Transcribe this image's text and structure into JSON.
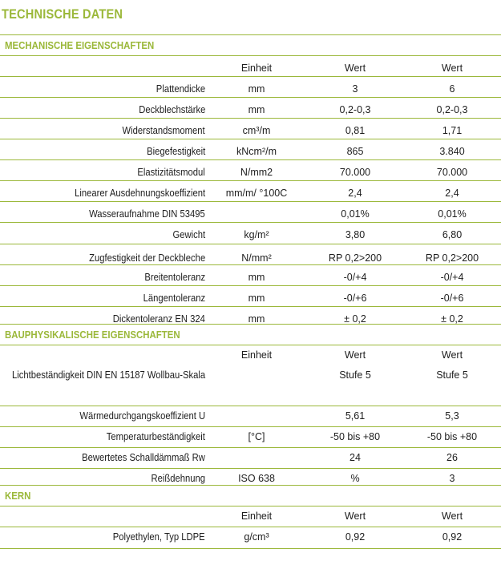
{
  "title": "TECHNISCHE DATEN",
  "sections": [
    {
      "heading": "MECHANISCHE EIGENSCHAFTEN",
      "columns": {
        "unit": "Einheit",
        "v1": "Wert",
        "v2": "Wert"
      },
      "rows": [
        {
          "label": "Plattendicke",
          "unit": "mm",
          "v1": "3",
          "v2": "6"
        },
        {
          "label": "Deckblechstärke",
          "unit": "mm",
          "v1": "0,2-0,3",
          "v2": "0,2-0,3"
        },
        {
          "label": "Widerstandsmoment",
          "unit": "cm³/m",
          "v1": "0,81",
          "v2": "1,71"
        },
        {
          "label": "Biegefestigkeit",
          "unit": "kNcm²/m",
          "v1": "865",
          "v2": "3.840"
        },
        {
          "label": "Elastizitätsmodul",
          "unit": "N/mm2",
          "v1": "70.000",
          "v2": "70.000"
        },
        {
          "label": "Linearer Ausdehnungskoeffizient",
          "unit": "mm/m/ °100C",
          "v1": "2,4",
          "v2": "2,4"
        },
        {
          "label": "Wasseraufnahme DIN 53495",
          "unit": "",
          "v1": "0,01%",
          "v2": "0,01%"
        },
        {
          "label": "Gewicht",
          "unit": "kg/m²",
          "v1": "3,80",
          "v2": "6,80"
        },
        {
          "label": "Zugfestigkeit der Deckbleche",
          "unit": "N/mm²",
          "v1": "RP 0,2>200",
          "v2": "RP 0,2>200"
        },
        {
          "label": "Breitentoleranz",
          "unit": "mm",
          "v1": "-0/+4",
          "v2": "-0/+4"
        },
        {
          "label": "Längentoleranz",
          "unit": "mm",
          "v1": "-0/+6",
          "v2": "-0/+6"
        },
        {
          "label": "Dickentoleranz EN 324",
          "unit": "mm",
          "v1": "± 0,2",
          "v2": "± 0,2"
        }
      ]
    },
    {
      "heading": "BAUPHYSIKALISCHE EIGENSCHAFTEN",
      "columns": {
        "unit": "Einheit",
        "v1": "Wert",
        "v2": "Wert"
      },
      "rows": [
        {
          "label": "Lichtbeständigkeit DIN EN 15187 Wollbau-Skala",
          "unit": "",
          "v1": "Stufe 5",
          "v2": "Stufe 5"
        },
        {
          "label": "Wärmedurchgangskoeffizient U",
          "unit": "",
          "v1": "5,61",
          "v2": "5,3"
        },
        {
          "label": "Temperaturbeständigkeit",
          "unit": "[°C]",
          "v1": "-50 bis +80",
          "v2": "-50 bis +80"
        },
        {
          "label": "Bewertetes Schalldämmaß Rw",
          "unit": "",
          "v1": "24",
          "v2": "26"
        },
        {
          "label": "Reißdehnung",
          "unit": "ISO 638",
          "v1": "%",
          "v2": "3"
        }
      ]
    },
    {
      "heading": "KERN",
      "columns": {
        "unit": "Einheit",
        "v1": "Wert",
        "v2": "Wert"
      },
      "rows": [
        {
          "label": "Polyethylen, Typ LDPE",
          "unit": "g/cm³",
          "v1": "0,92",
          "v2": "0,92"
        }
      ]
    }
  ]
}
